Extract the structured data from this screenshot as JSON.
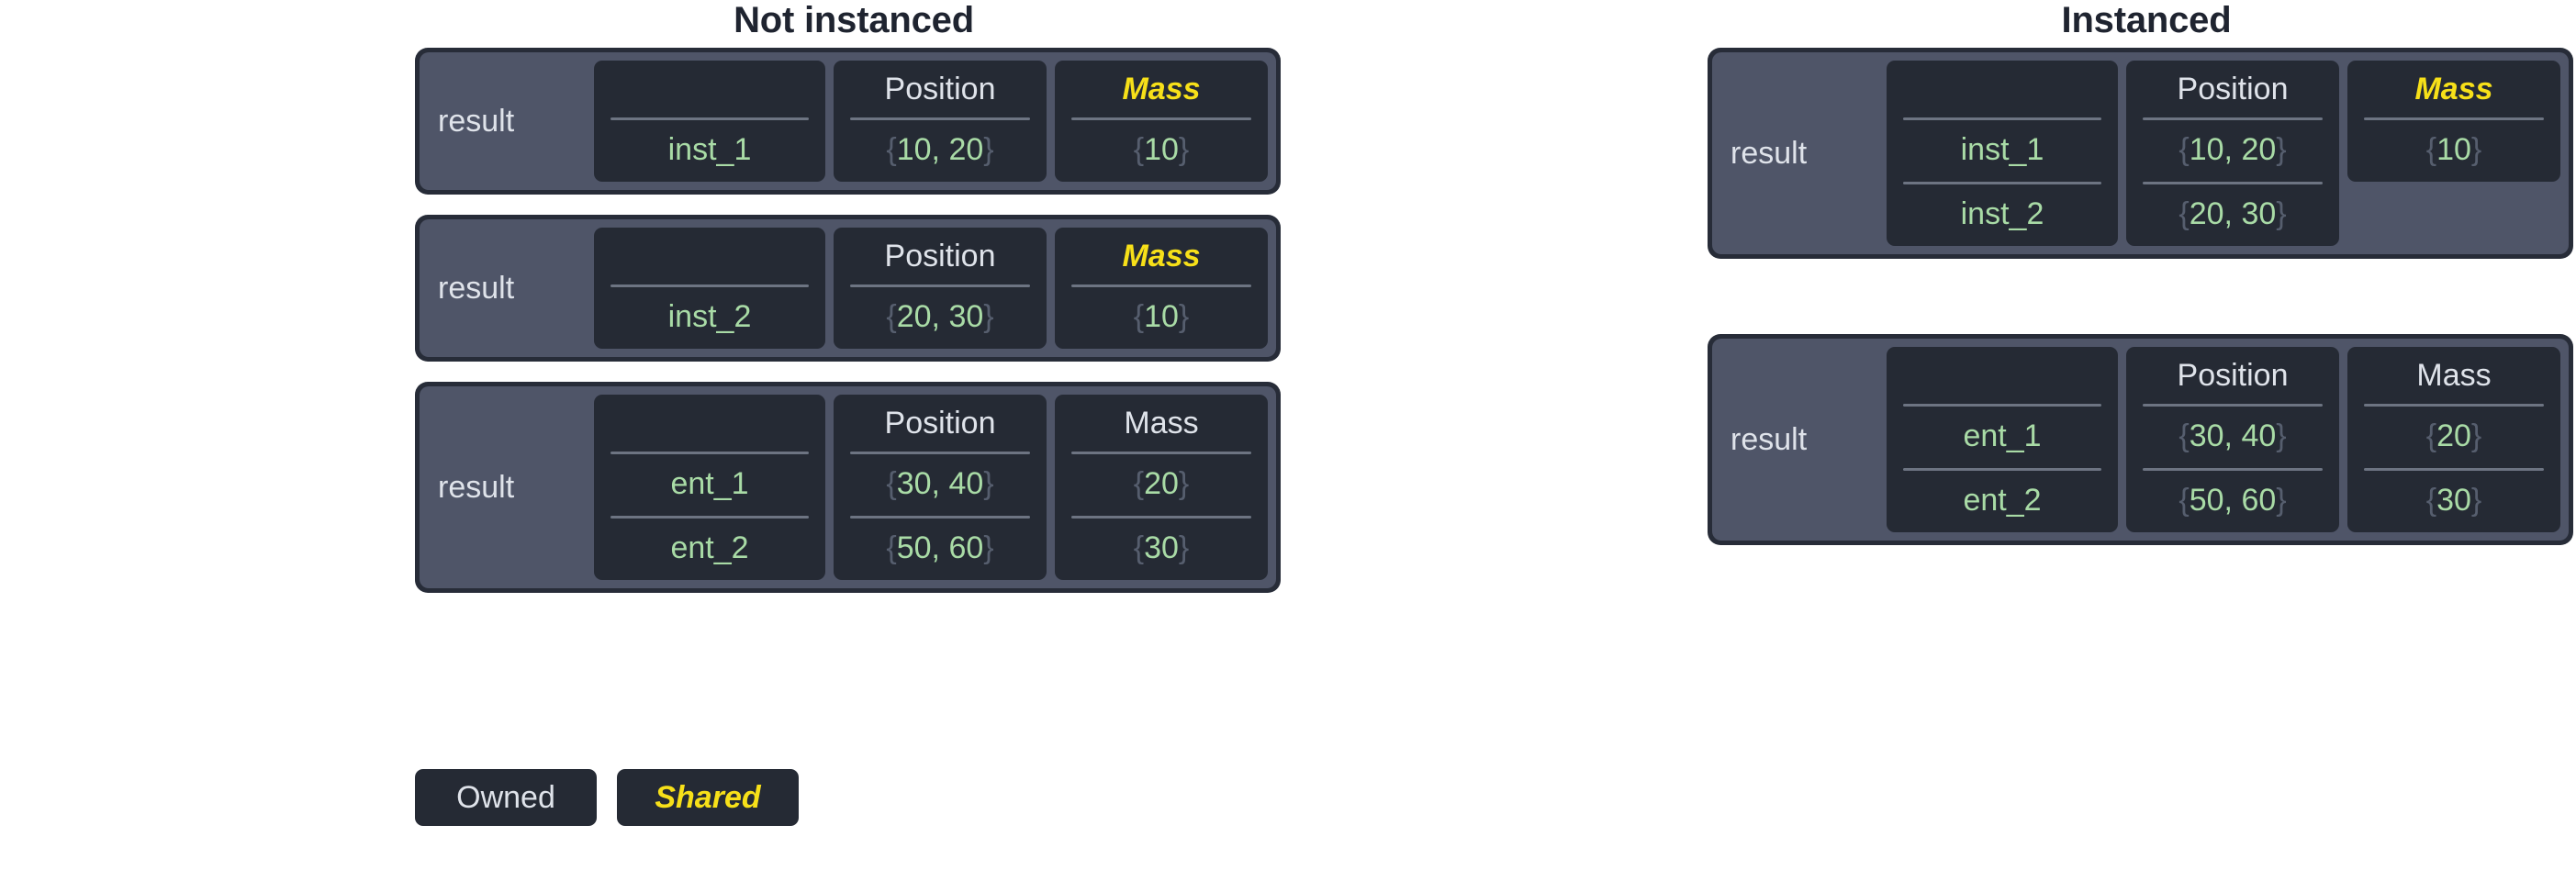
{
  "columns": [
    {
      "title": "Not instanced",
      "blocks": [
        {
          "label": "result",
          "headers": [
            "",
            "Position",
            "Mass"
          ],
          "header_modes": [
            "owned",
            "owned",
            "shared"
          ],
          "col_spans": [
            1,
            1,
            1
          ],
          "rows": [
            {
              "name": "inst_1",
              "values": [
                "{10, 20}",
                "{10}"
              ]
            }
          ]
        },
        {
          "label": "result",
          "headers": [
            "",
            "Position",
            "Mass"
          ],
          "header_modes": [
            "owned",
            "owned",
            "shared"
          ],
          "col_spans": [
            1,
            1,
            1
          ],
          "rows": [
            {
              "name": "inst_2",
              "values": [
                "{20, 30}",
                "{10}"
              ]
            }
          ]
        },
        {
          "label": "result",
          "headers": [
            "",
            "Position",
            "Mass"
          ],
          "header_modes": [
            "owned",
            "owned",
            "owned"
          ],
          "col_spans": [
            2,
            2,
            2
          ],
          "rows": [
            {
              "name": "ent_1",
              "values": [
                "{30, 40}",
                "{20}"
              ]
            },
            {
              "name": "ent_2",
              "values": [
                "{50, 60}",
                "{30}"
              ]
            }
          ]
        }
      ]
    },
    {
      "title": "Instanced",
      "blocks": [
        {
          "label": "result",
          "headers": [
            "",
            "Position",
            "Mass"
          ],
          "header_modes": [
            "owned",
            "owned",
            "shared"
          ],
          "col_spans": [
            2,
            2,
            1
          ],
          "rows": [
            {
              "name": "inst_1",
              "values": [
                "{10, 20}",
                "{10}"
              ]
            },
            {
              "name": "inst_2",
              "values": [
                "{20, 30}",
                ""
              ]
            }
          ]
        },
        {
          "label": "result",
          "headers": [
            "",
            "Position",
            "Mass"
          ],
          "header_modes": [
            "owned",
            "owned",
            "owned"
          ],
          "col_spans": [
            2,
            2,
            2
          ],
          "rows": [
            {
              "name": "ent_1",
              "values": [
                "{30, 40}",
                "{20}"
              ]
            },
            {
              "name": "ent_2",
              "values": [
                "{50, 60}",
                "{30}"
              ]
            }
          ]
        }
      ]
    }
  ],
  "legend": [
    {
      "label": "Owned",
      "mode": "owned"
    },
    {
      "label": "Shared",
      "mode": "shared"
    }
  ],
  "colors": {
    "page_background": "#ffffff",
    "block_border": "#272c38",
    "panel": "#4f5568",
    "cell": "#252a34",
    "text_light": "#dfe3ea",
    "value_green": "#a9dba6",
    "brace_gray": "#565e6e",
    "shared_yellow": "#f7e019",
    "rule": "#6d7482",
    "title_text": "#1f2430"
  }
}
